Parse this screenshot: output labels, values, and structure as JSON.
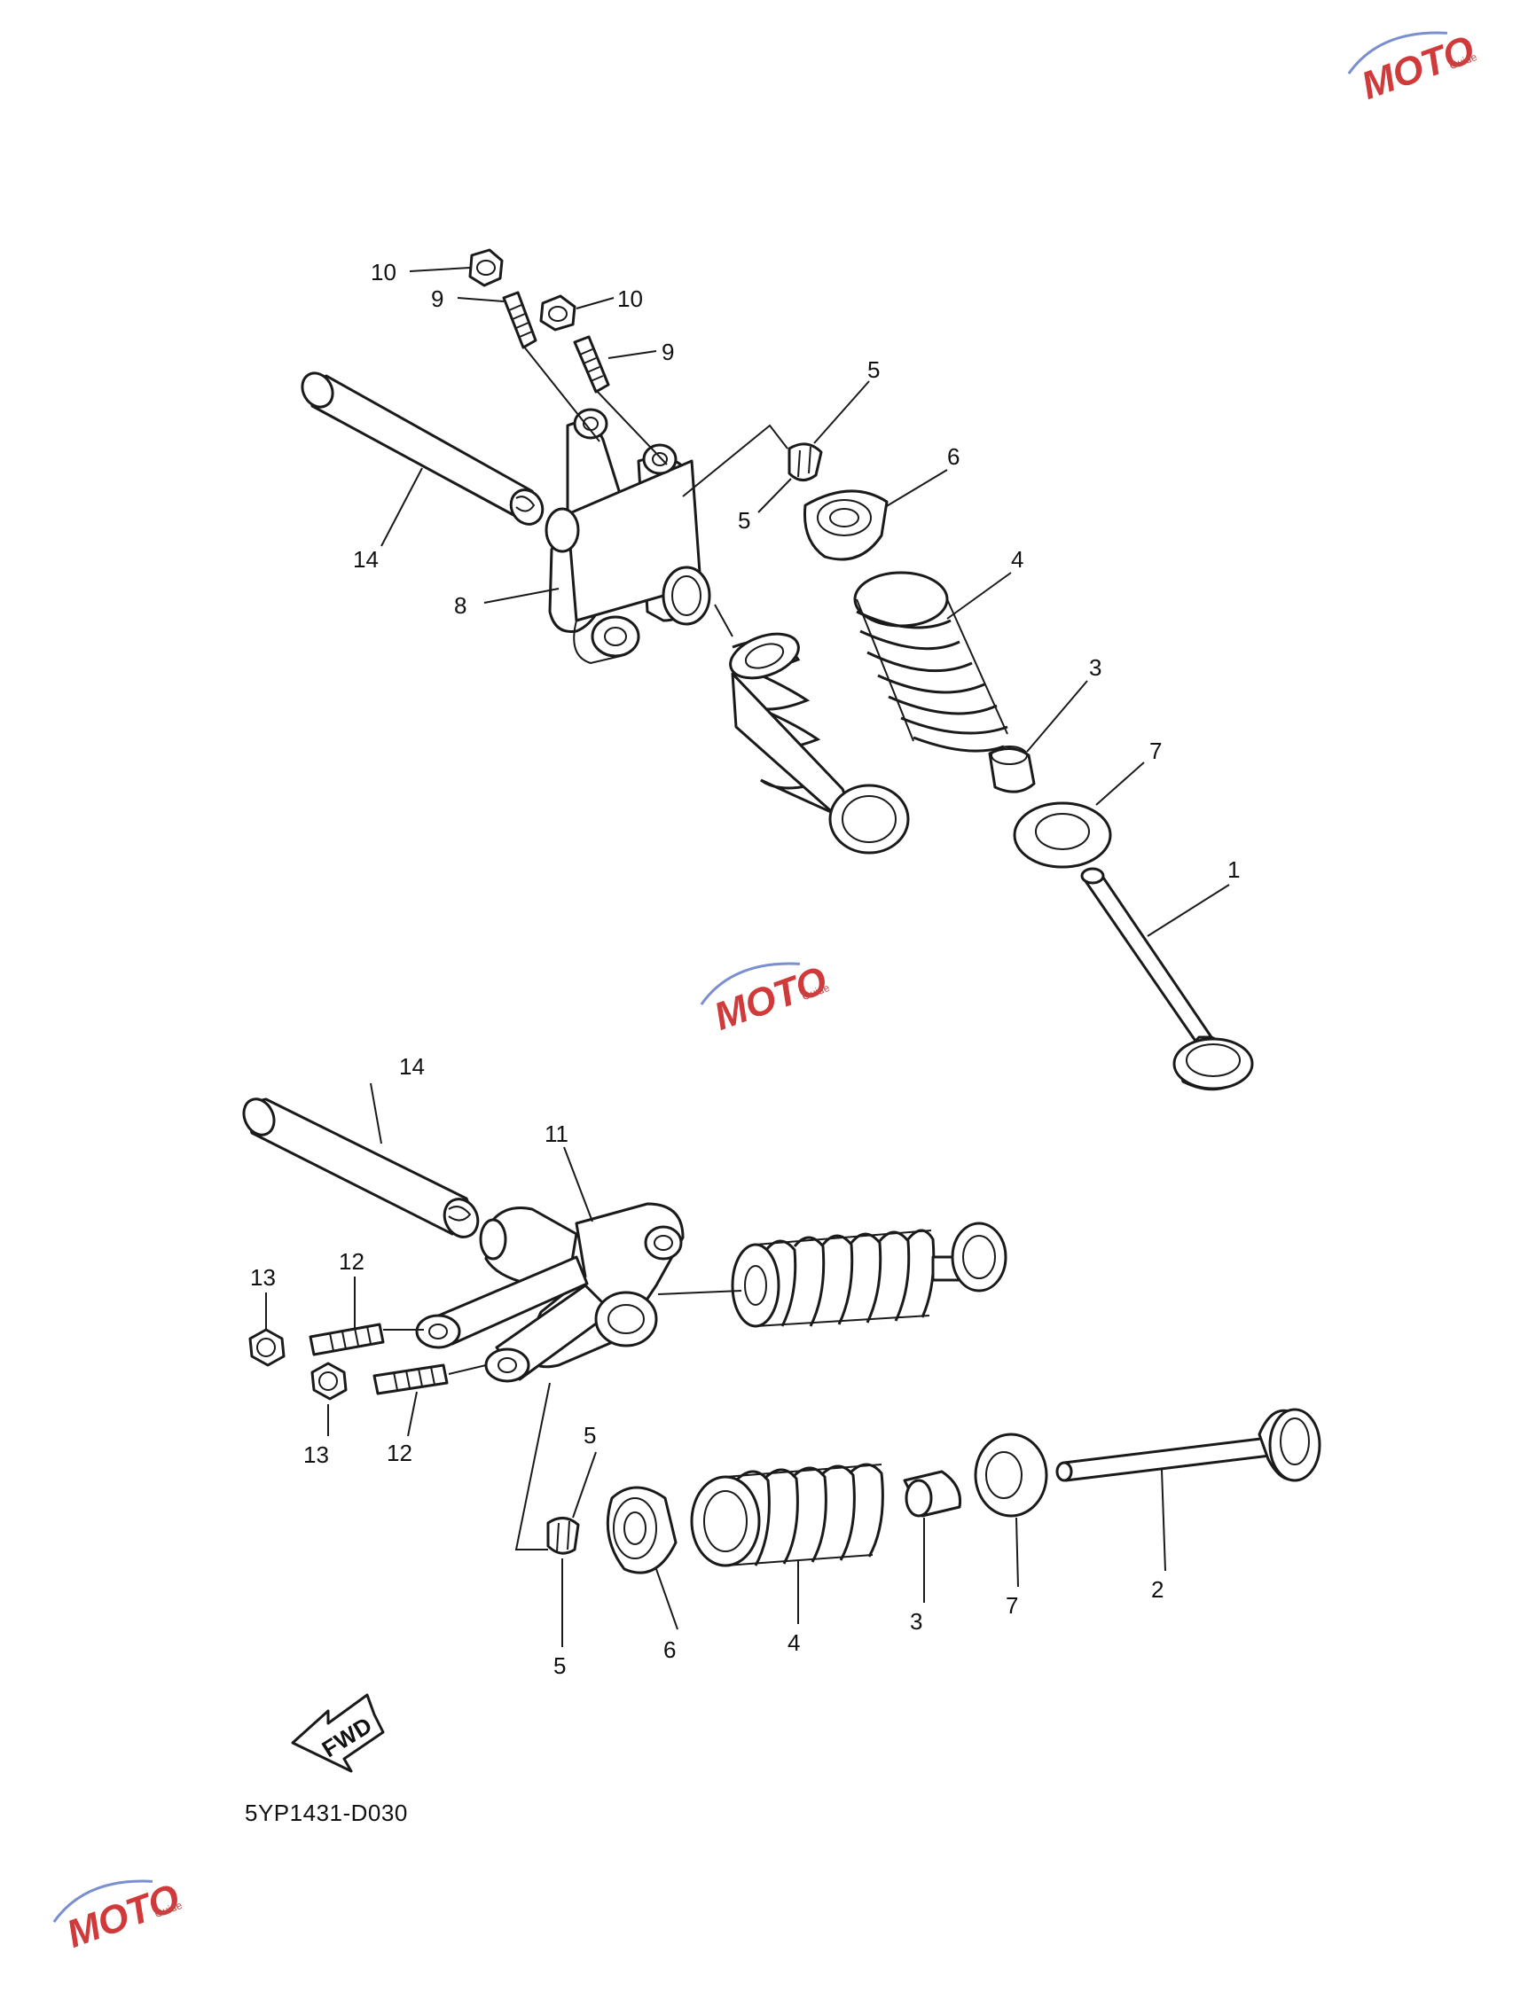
{
  "diagram_code": "5YP1431-D030",
  "fwd_label": "FWD",
  "watermark": {
    "brand": "MOTO",
    "sub": "Guide"
  },
  "callouts": {
    "c10a": "10",
    "c10b": "10",
    "c9a": "9",
    "c9b": "9",
    "c5a": "5",
    "c5b": "5",
    "c6a": "6",
    "c4a": "4",
    "c14a": "14",
    "c8": "8",
    "c3a": "3",
    "c7a": "7",
    "c1": "1",
    "c14b": "14",
    "c11": "11",
    "c13a": "13",
    "c12a": "12",
    "c13b": "13",
    "c12b": "12",
    "c5c": "5",
    "c5d": "5",
    "c6b": "6",
    "c4b": "4",
    "c3b": "3",
    "c7b": "7",
    "c2": "2"
  }
}
